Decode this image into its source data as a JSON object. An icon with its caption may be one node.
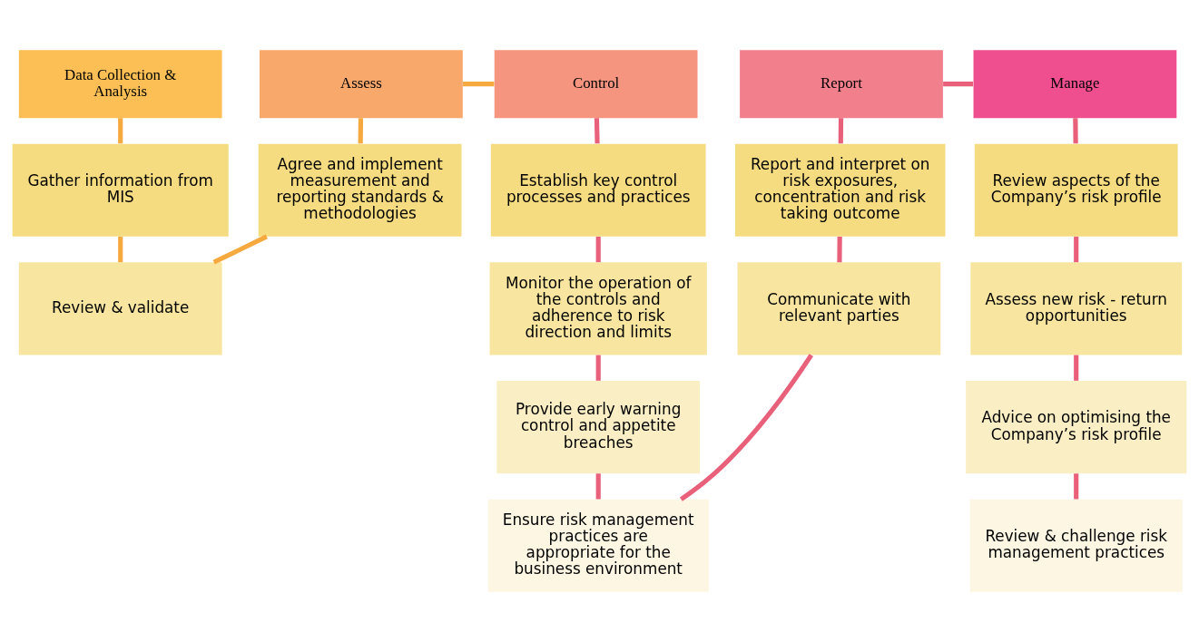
{
  "diagram": {
    "nodes": [
      {
        "text": [
          "Data Collection & Analysis"
        ]
      },
      {
        "text": [
          "Assess"
        ]
      },
      {
        "text": [
          "Control"
        ]
      },
      {
        "text": [
          "Report"
        ]
      },
      {
        "text": [
          "Manage"
        ]
      },
      {
        "text": [
          "Gather information from MIS"
        ]
      },
      {
        "text": [
          "Review & validate"
        ]
      },
      {
        "text": [
          "Agree and implement measurement and reporting standards & methodologies"
        ]
      },
      {
        "text": [
          "Establish key control processes and practices"
        ]
      },
      {
        "text": [
          "Monitor the operation of the controls and adherence to risk direction and limits"
        ]
      },
      {
        "text": [
          "Provide early warning control and appetite breaches"
        ]
      },
      {
        "text": [
          "Ensure risk management practices are appropriate for the business environment"
        ]
      },
      {
        "text": [
          "Report and interpret on risk exposures, concentration and risk taking outcome"
        ]
      },
      {
        "text": [
          "Communicate with relevant parties"
        ]
      },
      {
        "text": [
          "Review aspects of the Company’s risk profile"
        ]
      },
      {
        "text": [
          "Assess new risk - return opportunities"
        ]
      },
      {
        "text": [
          "Advice on optimising the Company’s risk profile"
        ]
      },
      {
        "text": [
          "Review & challenge risk management practices"
        ]
      }
    ],
    "edges": [
      {
        "from": 0,
        "to": 5,
        "arrow": "none",
        "color": "#f5a93f"
      },
      {
        "from": 5,
        "to": 6,
        "arrow": "none",
        "color": "#f5a93f"
      },
      {
        "from": 6,
        "to": 7,
        "arrow": "none",
        "color": "#f5a93f"
      },
      {
        "from": 1,
        "to": 7,
        "arrow": "none",
        "color": "#f5a93f"
      },
      {
        "from": 1,
        "to": 2,
        "arrow": "none",
        "color": "#f5a93f"
      },
      {
        "from": 2,
        "to": 8,
        "arrow": "none"
      },
      {
        "from": 8,
        "to": 9,
        "arrow": "none"
      },
      {
        "from": 9,
        "to": 10,
        "arrow": "none"
      },
      {
        "from": 10,
        "to": 11,
        "arrow": "none"
      },
      {
        "from": 11,
        "to": 13,
        "arrow": "none"
      },
      {
        "from": 3,
        "to": 12,
        "arrow": "none"
      },
      {
        "from": 12,
        "to": 13,
        "arrow": "none"
      },
      {
        "from": 3,
        "to": 4,
        "arrow": "none"
      },
      {
        "from": 4,
        "to": 14,
        "arrow": "none"
      },
      {
        "from": 14,
        "to": 15,
        "arrow": "none"
      },
      {
        "from": 15,
        "to": 16,
        "arrow": "none"
      },
      {
        "from": 16,
        "to": 17,
        "arrow": "none"
      }
    ]
  }
}
